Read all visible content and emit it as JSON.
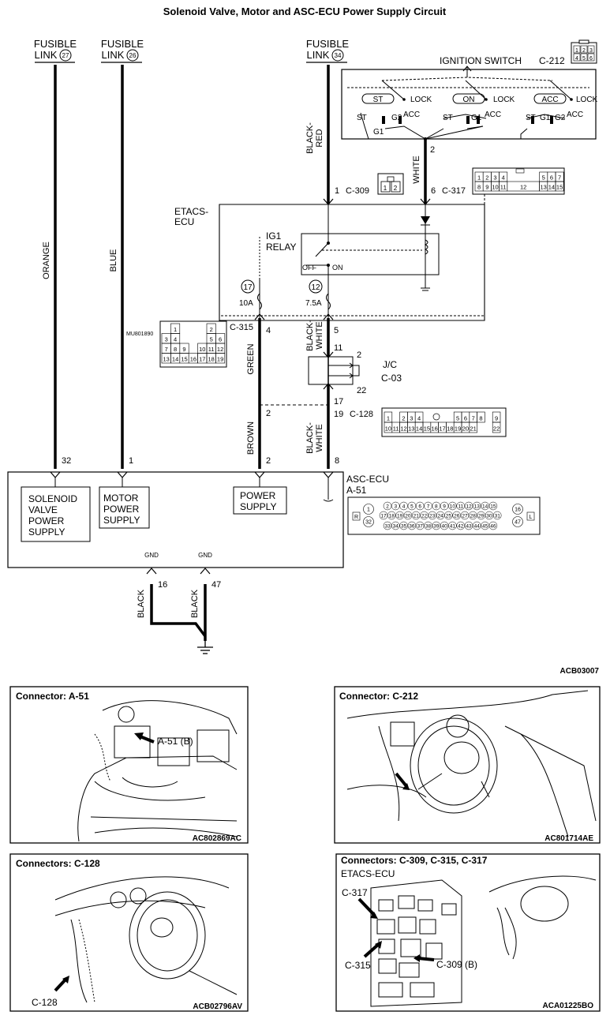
{
  "title": "Solenoid Valve, Motor and ASC-ECU Power Supply Circuit",
  "fusible_link": {
    "word": "FUSIBLE",
    "link": "LINK",
    "n1": "27",
    "n2": "26",
    "n3": "34"
  },
  "wires": {
    "orange": "ORANGE",
    "blue": "BLUE",
    "black_red": [
      "BLACK-",
      "RED"
    ],
    "white": "WHITE",
    "green": "GREEN",
    "brown": "BROWN",
    "black_white": [
      "BLACK-",
      "WHITE"
    ],
    "black": "BLACK"
  },
  "ignition": {
    "label": "IGNITION SWITCH",
    "connector": "C-212",
    "pins": [
      "1",
      "2",
      "3",
      "4",
      "5",
      "6"
    ],
    "st": "ST",
    "lock": "LOCK",
    "on": "ON",
    "acc": "ACC",
    "g1": "G1",
    "g2": "G2",
    "pin_out": "2"
  },
  "etacs": {
    "label": [
      "ETACS-",
      "ECU"
    ],
    "relay": [
      "IG1",
      "RELAY"
    ],
    "off": "OFF",
    "on": "ON",
    "fuse_a": "17",
    "fuse_a_rating": "10A",
    "fuse_b": "12",
    "fuse_b_rating": "7.5A",
    "c309": "C-309",
    "c309_pin": "1",
    "c309_pins": [
      "1",
      "2"
    ],
    "c317": "C-317",
    "c317_pin": "6",
    "c317_pins": [
      "1",
      "2",
      "3",
      "4",
      "5",
      "6",
      "7",
      "8",
      "9",
      "10",
      "11",
      "12",
      "13",
      "14",
      "15"
    ],
    "c315": "C-315",
    "c315_pin_green": "4",
    "c315_pin_bw": "5",
    "c315_code": "MU801890",
    "c315_pins": [
      "1",
      "2",
      "3",
      "4",
      "5",
      "6",
      "7",
      "8",
      "9",
      "10",
      "11",
      "12",
      "13",
      "14",
      "15",
      "16",
      "17",
      "18",
      "19"
    ]
  },
  "jc": {
    "label": "J/C",
    "connector": "C-03",
    "p11": "11",
    "p2": "2",
    "p22": "22",
    "p17": "17"
  },
  "c128": {
    "connector": "C-128",
    "p19": "19",
    "p2": "2",
    "pins": [
      "1",
      "2",
      "3",
      "4",
      "5",
      "6",
      "7",
      "8",
      "9",
      "10",
      "11",
      "12",
      "13",
      "14",
      "15",
      "16",
      "17",
      "18",
      "19",
      "20",
      "21",
      "22"
    ]
  },
  "asc": {
    "label": "ASC-ECU",
    "connector": "A-51",
    "pin32": "32",
    "pin1": "1",
    "pin2": "2",
    "pin8": "8",
    "sv": [
      "SOLENOID",
      "VALVE",
      "POWER",
      "SUPPLY"
    ],
    "motor": [
      "MOTOR",
      "POWER",
      "SUPPLY"
    ],
    "ps": [
      "POWER",
      "SUPPLY"
    ],
    "gnd": "GND",
    "gnd1": "16",
    "gnd2": "47",
    "pins_r1": [
      "2",
      "3",
      "4",
      "5",
      "6",
      "7",
      "8",
      "9",
      "10",
      "11",
      "12",
      "13",
      "14",
      "15"
    ],
    "pins_r2": [
      "17",
      "18",
      "19",
      "20",
      "21",
      "22",
      "23",
      "24",
      "25",
      "26",
      "27",
      "28",
      "29",
      "30",
      "31"
    ],
    "pins_r3": [
      "33",
      "34",
      "35",
      "36",
      "37",
      "38",
      "39",
      "40",
      "41",
      "42",
      "43",
      "44",
      "45",
      "46"
    ],
    "p1": "1",
    "p32": "32",
    "p16": "16",
    "p47": "47",
    "r": "R",
    "l": "L"
  },
  "diagram_code": "ACB03007",
  "panels": [
    {
      "title": "Connector: A-51",
      "callout": "A-51 (B)",
      "code": "AC802869AC"
    },
    {
      "title": "Connector: C-212",
      "code": "AC801714AE"
    },
    {
      "title": "Connectors: C-128",
      "callout": "C-128",
      "code": "ACB02796AV"
    },
    {
      "title": "Connectors: C-309, C-315, C-317",
      "sub": "ETACS-ECU",
      "c317": "C-317",
      "c315": "C-315",
      "c309": "C-309 (B)",
      "code": "ACA01225BO"
    }
  ],
  "colors": {
    "line": "#000000",
    "dash": "#000000"
  }
}
